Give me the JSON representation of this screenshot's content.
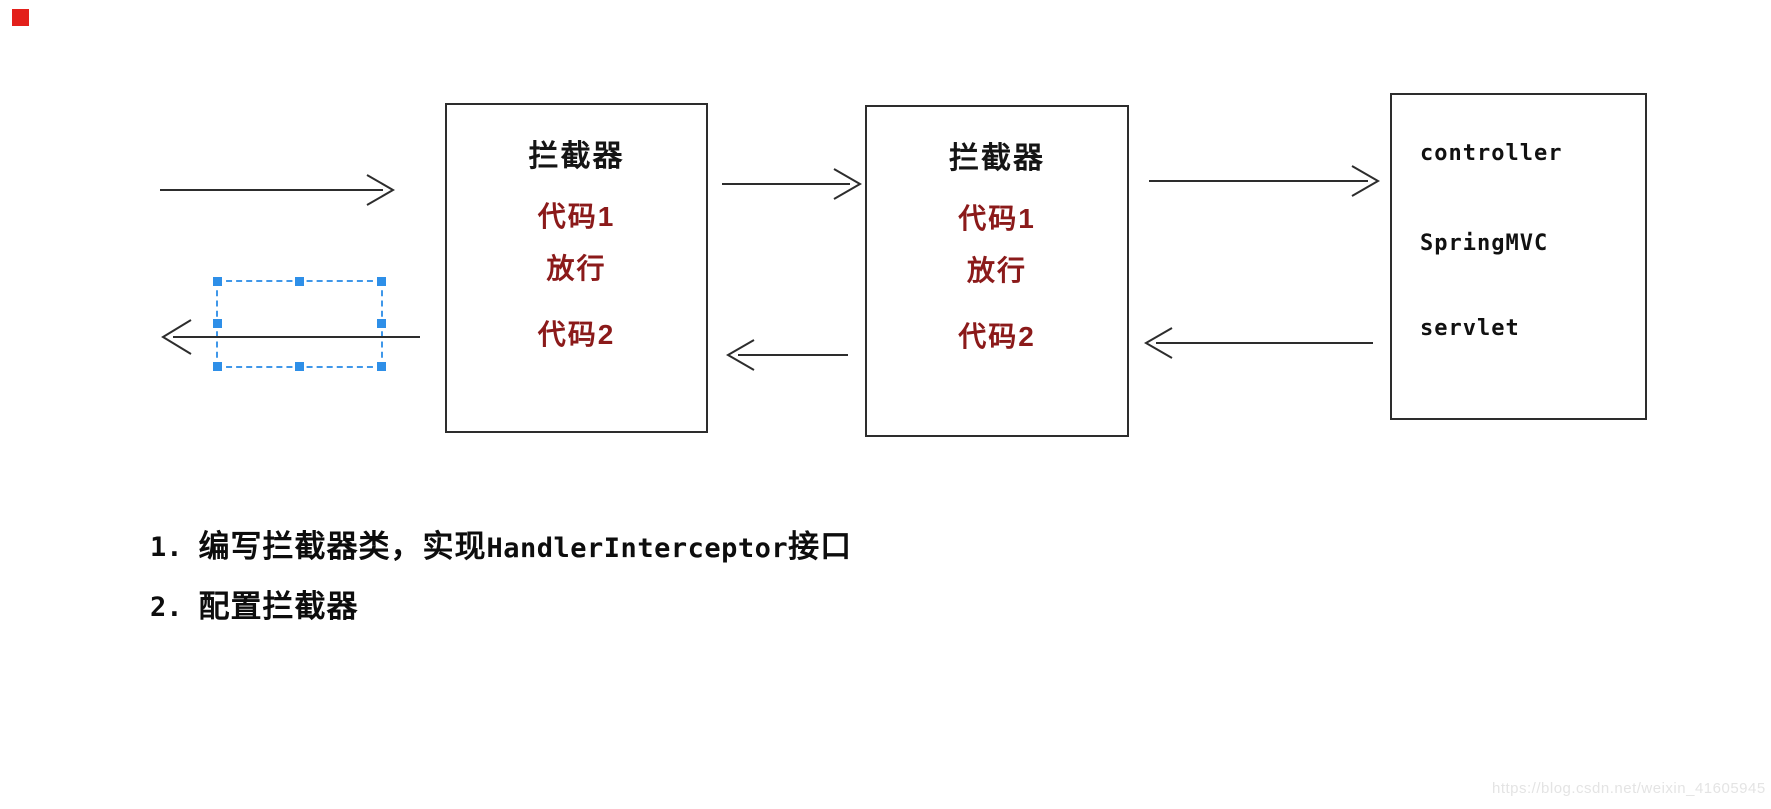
{
  "diagram": {
    "interceptor1": {
      "title": "拦截器",
      "code1": "代码1",
      "pass": "放行",
      "code2": "代码2"
    },
    "interceptor2": {
      "title": "拦截器",
      "code1": "代码1",
      "pass": "放行",
      "code2": "代码2"
    },
    "target_box": {
      "controller": "controller",
      "springmvc": "SpringMVC",
      "servlet": "servlet"
    }
  },
  "notes": {
    "item1": {
      "number": "1.",
      "text_before": "编写拦截器类，实现",
      "code": "HandlerInterceptor",
      "text_after": "接口"
    },
    "item2": {
      "number": "2.",
      "text": "配置拦截器"
    }
  },
  "watermark": {
    "url_text": "https://blog.csdn.net/weixin_41605945"
  },
  "colors": {
    "box_border": "#2d2d2d",
    "arrow": "#2d2d2d",
    "red_text": "#8b1a1a",
    "selection_blue": "#3f97e9",
    "watermark_gray": "#e4e4e4",
    "indicator_red": "#e3201b"
  }
}
